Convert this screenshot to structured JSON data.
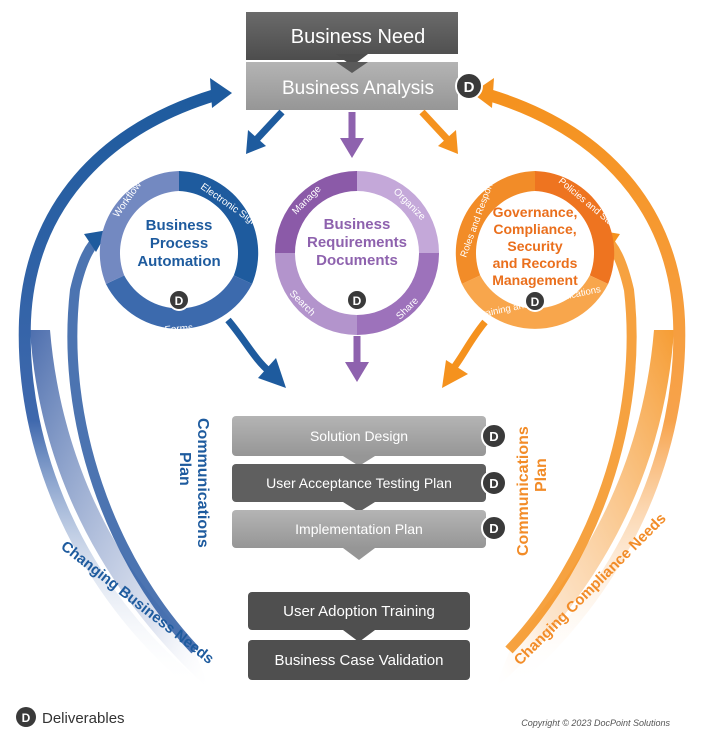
{
  "top": {
    "need": "Business Need",
    "analysis": "Business Analysis"
  },
  "circles": {
    "bpa": {
      "title": [
        "Business",
        "Process",
        "Automation"
      ],
      "segments": [
        "Workflow",
        "Electronic Signatures",
        "Forms"
      ]
    },
    "brd": {
      "title": [
        "Business",
        "Requirements",
        "Documents"
      ],
      "segments": [
        "Manage",
        "Organize",
        "Share",
        "Search"
      ]
    },
    "gov": {
      "title": [
        "Governance,",
        "Compliance,",
        "Security",
        "and Records",
        "Management"
      ],
      "segments": [
        "Roles and Responsibilities",
        "Policies and Standards",
        "Training and Communications"
      ]
    }
  },
  "plans": {
    "solution_design": "Solution Design",
    "uat_plan": "User Acceptance Testing Plan",
    "implementation_plan": "Implementation Plan",
    "user_adoption": "User Adoption Training",
    "business_case": "Business Case Validation"
  },
  "comm_left": [
    "Communications",
    "Plan"
  ],
  "comm_right": [
    "Communications",
    "Plan"
  ],
  "arc_left_label": "Changing Business Needs",
  "arc_right_label": "Changing Compliance Needs",
  "legend": {
    "badge": "D",
    "label": "Deliverables"
  },
  "copyright": "Copyright © 2023 DocPoint Solutions",
  "colors": {
    "blue": "#1e5b9e",
    "blue_light": "#5a78b6",
    "purple": "#8e62ae",
    "purple_light": "#b99bd1",
    "orange": "#f28c28",
    "orange_dark": "#ea6f1c",
    "gray_dark": "#5a5a5a",
    "gray": "#a0a0a0"
  }
}
